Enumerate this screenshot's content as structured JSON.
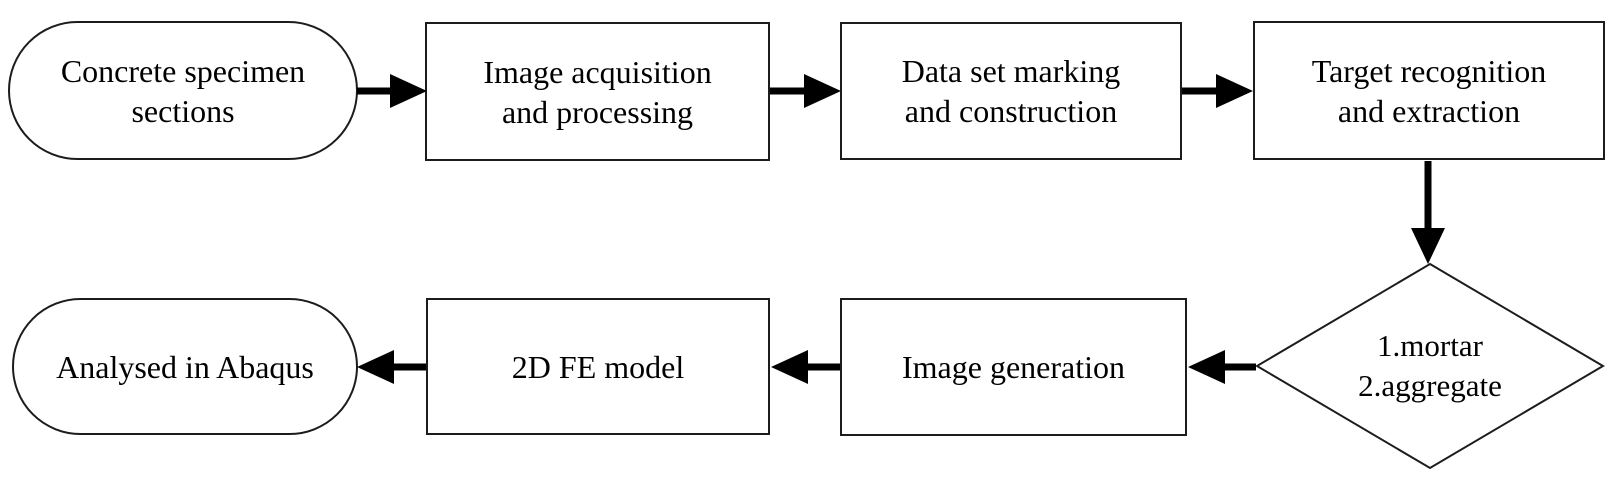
{
  "diagram": {
    "type": "flowchart",
    "nodes": {
      "start": {
        "shape": "stadium",
        "label": "Concrete specimen sections",
        "lines": [
          "Concrete specimen",
          "sections"
        ]
      },
      "step1": {
        "shape": "rect",
        "label": "Image acquisition and processing",
        "lines": [
          "Image acquisition",
          "and processing"
        ]
      },
      "step2": {
        "shape": "rect",
        "label": "Data set marking and construction",
        "lines": [
          "Data set marking",
          "and construction"
        ]
      },
      "step3": {
        "shape": "rect",
        "label": "Target recognition and extraction",
        "lines": [
          "Target recognition",
          "and extraction"
        ]
      },
      "decision": {
        "shape": "diamond",
        "label": "1.mortar 2.aggregate",
        "lines": [
          "1.mortar",
          "2.aggregate"
        ]
      },
      "step4": {
        "shape": "rect",
        "label": "Image generation",
        "lines": [
          "Image generation"
        ]
      },
      "step5": {
        "shape": "rect",
        "label": "2D FE model",
        "lines": [
          "2D FE model"
        ]
      },
      "end": {
        "shape": "stadium",
        "label": "Analysed in Abaqus",
        "lines": [
          "Analysed in Abaqus"
        ]
      }
    },
    "edges": [
      {
        "from": "start",
        "to": "step1",
        "direction": "right"
      },
      {
        "from": "step1",
        "to": "step2",
        "direction": "right"
      },
      {
        "from": "step2",
        "to": "step3",
        "direction": "right"
      },
      {
        "from": "step3",
        "to": "decision",
        "direction": "down"
      },
      {
        "from": "decision",
        "to": "step4",
        "direction": "left"
      },
      {
        "from": "step4",
        "to": "step5",
        "direction": "left"
      },
      {
        "from": "step5",
        "to": "end",
        "direction": "left"
      }
    ],
    "colors": {
      "stroke": "#1c1c1c",
      "fill": "#ffffff",
      "text": "#000000",
      "arrow": "#000000"
    }
  }
}
